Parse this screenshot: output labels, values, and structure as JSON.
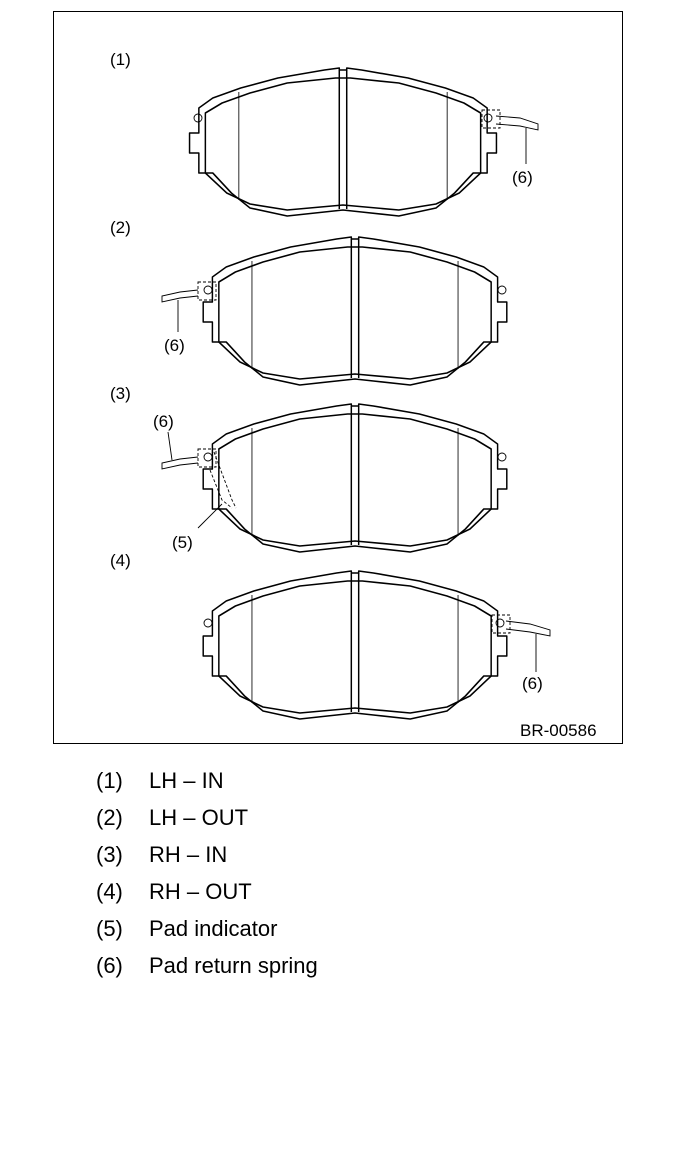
{
  "figure": {
    "code": "BR-00586",
    "panel_labels": [
      "(1)",
      "(2)",
      "(3)",
      "(4)"
    ],
    "callout_5": "(5)",
    "callout_6": "(6)"
  },
  "legend": [
    {
      "num": "(1)",
      "text": "LH – IN"
    },
    {
      "num": "(2)",
      "text": "LH – OUT"
    },
    {
      "num": "(3)",
      "text": "RH – IN"
    },
    {
      "num": "(4)",
      "text": "RH – OUT"
    },
    {
      "num": "(5)",
      "text": "Pad indicator"
    },
    {
      "num": "(6)",
      "text": "Pad return spring"
    }
  ]
}
